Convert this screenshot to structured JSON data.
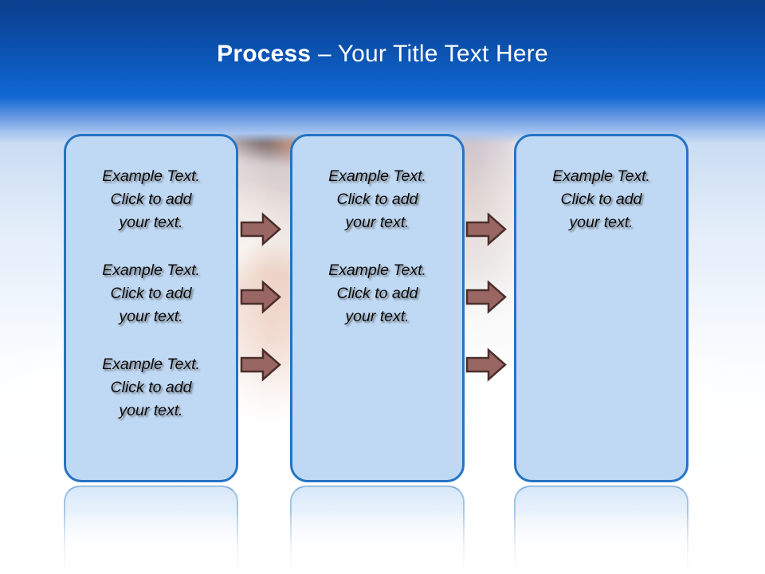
{
  "slide": {
    "title_strong": "Process",
    "title_rest": " – Your Title Text Here",
    "colors": {
      "header_top": "#0a3f8c",
      "header_bottom": "#1268d4",
      "box_fill": "#bfd9f5",
      "box_border": "#2573c4",
      "arrow_fill": "#9a6663",
      "arrow_border": "#4a2e2c",
      "title_text": "#ffffff",
      "body_text": "#0c0c0c"
    }
  },
  "boxes": [
    {
      "id": "box-1",
      "paragraphs": [
        "Example Text.\nClick  to add\nyour text.",
        "Example Text.\nClick  to add\nyour text.",
        "Example Text.\nClick  to add\nyour text."
      ]
    },
    {
      "id": "box-2",
      "paragraphs": [
        "Example Text.\nClick  to add\nyour text.",
        "Example Text.\nClick  to add\nyour text."
      ]
    },
    {
      "id": "box-3",
      "paragraphs": [
        "Example Text.\nClick  to add\nyour text."
      ]
    }
  ],
  "arrows": {
    "icon": "arrow-right-icon",
    "group_1": [
      "arrow-1-1",
      "arrow-1-2",
      "arrow-1-3"
    ],
    "group_2": [
      "arrow-2-1",
      "arrow-2-2",
      "arrow-2-3"
    ]
  }
}
